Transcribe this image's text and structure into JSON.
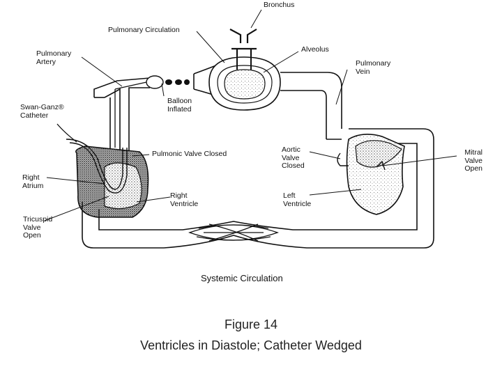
{
  "diagram": {
    "labels": {
      "bronchus": [
        "Bronchus"
      ],
      "pulmonary_circulation": [
        "Pulmonary Circulation"
      ],
      "alveolus": [
        "Alveolus"
      ],
      "pulmonary_artery": [
        "Pulmonary",
        "Artery"
      ],
      "pulmonary_vein": [
        "Pulmonary",
        "Vein"
      ],
      "swan_ganz": [
        "Swan-Ganz®",
        "Catheter"
      ],
      "balloon": [
        "Balloon",
        "Inflated"
      ],
      "pulmonic_valve": [
        "Pulmonic Valve Closed"
      ],
      "aortic_valve": [
        "Aortic",
        "Valve",
        "Closed"
      ],
      "mitral_valve": [
        "Mitral",
        "Valve",
        "Open"
      ],
      "right_atrium": [
        "Right",
        "Atrium"
      ],
      "right_ventricle": [
        "Right",
        "Ventricle"
      ],
      "left_ventricle": [
        "Left",
        "Ventricle"
      ],
      "tricuspid_valve": [
        "Tricuspid",
        "Valve",
        "Open"
      ],
      "systemic_circulation": [
        "Systemic Circulation"
      ]
    }
  },
  "caption": {
    "figure_number": "Figure 14",
    "title": "Ventricles in Diastole; Catheter Wedged"
  }
}
